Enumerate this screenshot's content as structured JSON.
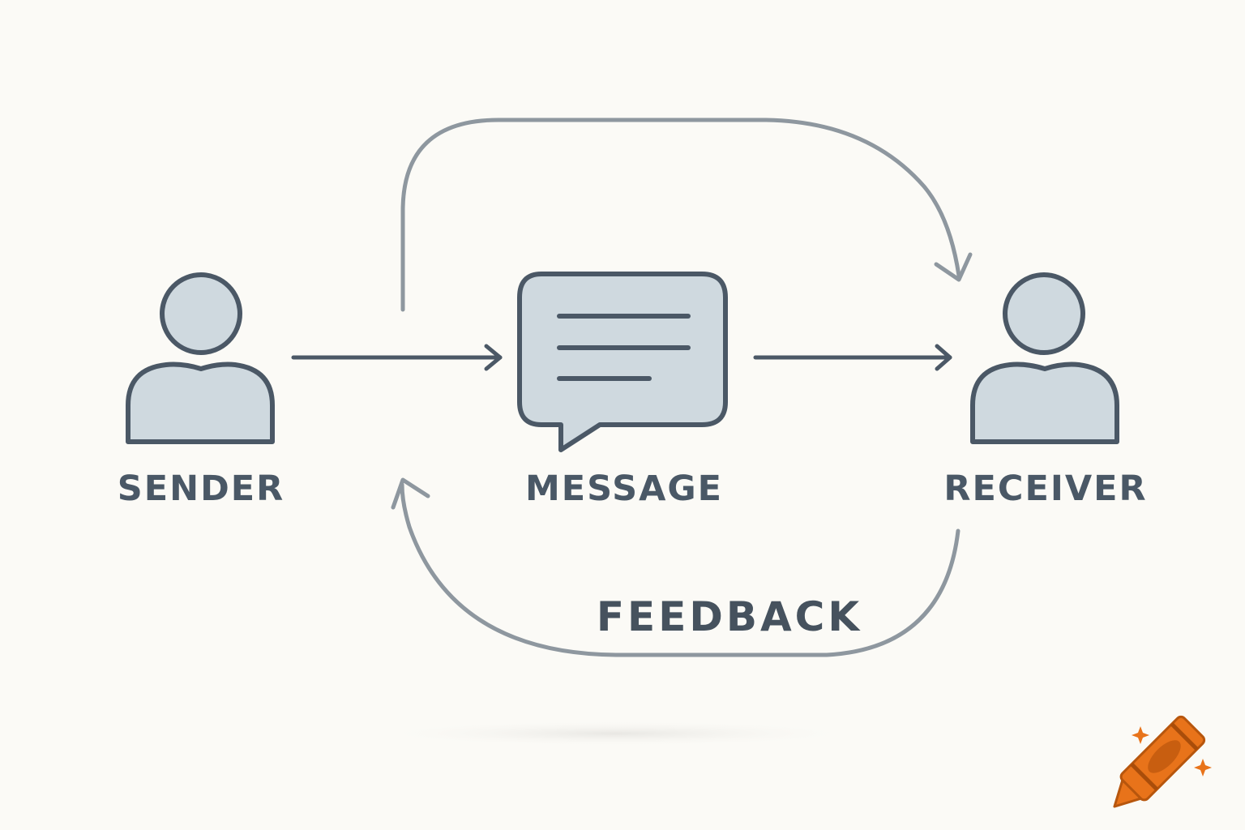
{
  "nodes": {
    "sender": {
      "label": "SENDER",
      "icon": "person-icon"
    },
    "message": {
      "label": "MESSAGE",
      "icon": "chat-bubble-icon"
    },
    "receiver": {
      "label": "RECEIVER",
      "icon": "person-icon"
    }
  },
  "feedback": {
    "label": "FEEDBACK"
  },
  "colors": {
    "background": "#fbfaf6",
    "stroke": "#4b5866",
    "fill": "#cfd9df",
    "loop_arrow": "#8e979f",
    "logo_orange": "#e8731a"
  },
  "logo": {
    "icon": "crayon-logo-icon"
  }
}
